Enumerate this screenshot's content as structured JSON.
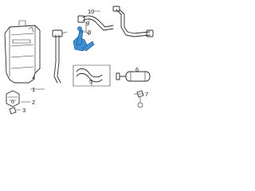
{
  "callouts": {
    "c1": "1",
    "c2": "2",
    "c3": "3",
    "c4": "4",
    "c5": "5",
    "c6": "6",
    "c7": "7",
    "c8": "8",
    "c9": "9",
    "c10": "10"
  },
  "colors": {
    "highlight": "#3f8fd2",
    "line": "#2b2b2b",
    "background": "#ffffff"
  }
}
